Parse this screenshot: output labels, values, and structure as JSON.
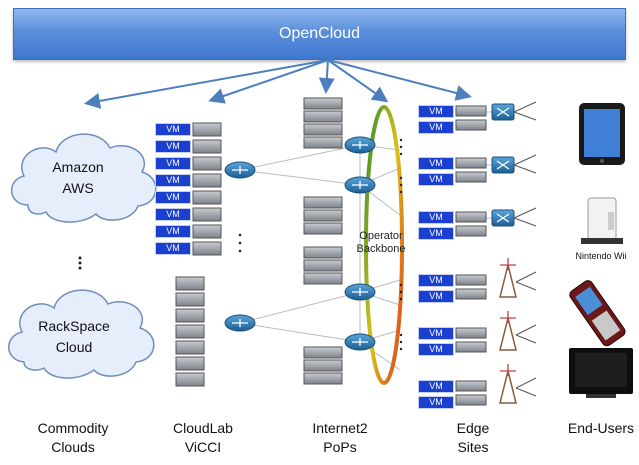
{
  "banner": {
    "title": "OpenCloud"
  },
  "clouds": [
    {
      "name": "Amazon",
      "sub": "AWS"
    },
    {
      "name": "RackSpace",
      "sub": "Cloud"
    }
  ],
  "vm_label": "VM",
  "backbone": {
    "line1": "Operator",
    "line2": "Backbone"
  },
  "nintendo_label": "Nintendo Wii",
  "columns": [
    {
      "line1": "Commodity",
      "line2": "Clouds"
    },
    {
      "line1": "CloudLab",
      "line2": "ViCCI"
    },
    {
      "line1": "Internet2",
      "line2": "PoPs"
    },
    {
      "line1": "Edge",
      "line2": "Sites"
    },
    {
      "line1": "End-Users",
      "line2": ""
    }
  ],
  "colors": {
    "banner": "#5b8fdc",
    "vm_box": "#1b3fcf",
    "arrow": "#4d7fbf",
    "router": "#2d78b0",
    "cloud_fill": "#e6eefb"
  }
}
